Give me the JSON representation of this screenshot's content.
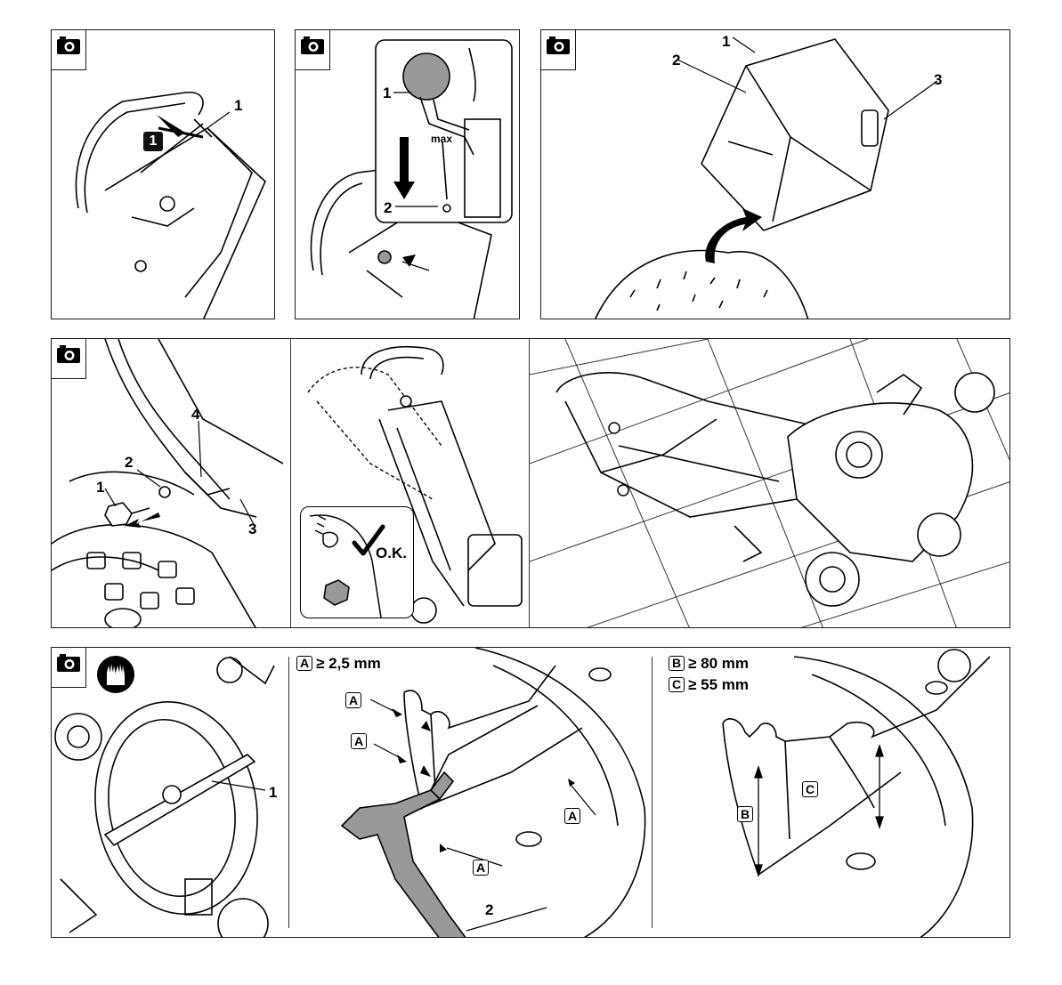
{
  "top_row": {
    "panel_1": {
      "callouts": [
        "1"
      ],
      "step_badge": "1"
    },
    "panel_2": {
      "callouts": [
        "1",
        "2"
      ],
      "gauge_text": "max"
    },
    "panel_3": {
      "callouts": [
        "1",
        "2",
        "3"
      ]
    }
  },
  "middle_row": {
    "panel_4": {
      "callouts": [
        "1",
        "2",
        "3",
        "4"
      ]
    },
    "panel_5": {
      "ok_text": "O.K."
    }
  },
  "bottom_row": {
    "spec_a": {
      "label": "A",
      "value": "≥ 2,5 mm"
    },
    "spec_b": {
      "label": "B",
      "value": "≥ 80 mm"
    },
    "spec_c": {
      "label": "C",
      "value": "≥ 55 mm"
    },
    "blade_callout": "1",
    "caliper_callout": "2",
    "labels": {
      "a": "A",
      "b": "B",
      "c": "C"
    }
  },
  "icons": [
    "camera-icon",
    "gloves-icon",
    "check-icon"
  ]
}
